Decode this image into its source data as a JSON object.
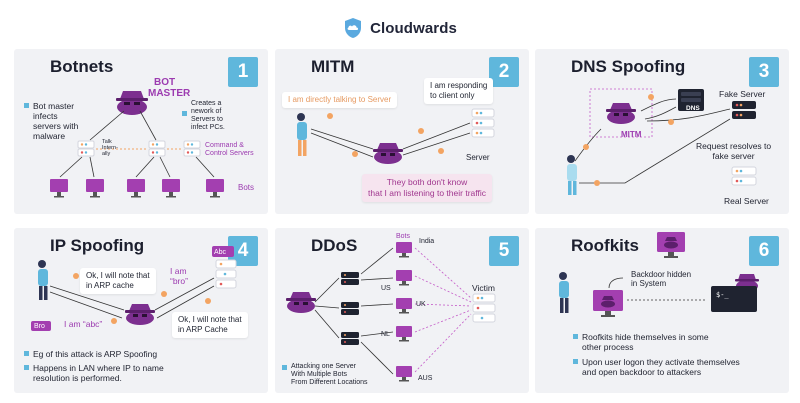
{
  "brand": {
    "name": "Cloudwards",
    "icon": "cloud-shield-icon"
  },
  "colors": {
    "purple": "#7c2f8f",
    "accent_blue": "#5fb7dc",
    "orange": "#f3a462",
    "panel_bg": "#f1f2f5"
  },
  "panels": {
    "botnets": {
      "title": "Botnets",
      "number": "1",
      "label_bot": "BOT",
      "label_master": "MASTER",
      "bullet": [
        "Bot master",
        "infects",
        "servers with",
        "malware"
      ],
      "note": [
        "Creates a",
        "nework of",
        "Servers to",
        "infect PCs."
      ],
      "talk": [
        "Talk",
        "Intern-",
        "ally"
      ],
      "cc": [
        "Command &",
        "Control Servers"
      ],
      "bots": "Bots"
    },
    "mitm": {
      "title": "MITM",
      "number": "2",
      "bubble_left": "I am directly talking to Server",
      "bubble_right": [
        "I am responding",
        "to client only"
      ],
      "server": "Server",
      "bottom": [
        "They both don't know",
        "that I am listening to their traffic"
      ]
    },
    "dns": {
      "title": "DNS Spoofing",
      "number": "3",
      "dns_label": "DNS",
      "mitm_label": "MITM",
      "fake_server": "Fake Server",
      "request": [
        "Request resolves to",
        "fake server"
      ],
      "real_server": "Real Server"
    },
    "ip": {
      "title": "IP Spoofing",
      "number": "4",
      "abc_tag": "Abc",
      "bro_tag": "Bro",
      "bubble_top": [
        "Ok, I will note that",
        "in ARP cache"
      ],
      "i_am_bro": [
        "I am",
        "“bro”"
      ],
      "i_am_abc": "I am “abc”",
      "bubble_bottom": [
        "Ok, I will note that",
        "in ARP Cache"
      ],
      "bullets": [
        "Eg of this attack is ARP Spoofing",
        "Happens in LAN where IP to name",
        "resolution is performed."
      ]
    },
    "ddos": {
      "title": "DDoS",
      "number": "5",
      "bots": "Bots",
      "india": "India",
      "us": "US",
      "uk": "UK",
      "nl": "NL",
      "aus": "AUS",
      "victim": "Victim",
      "note": [
        "Attacking one Server",
        "With Multiple Bots",
        "From Different Locations"
      ]
    },
    "rootkits": {
      "title": "Roofkits",
      "number": "6",
      "backdoor": [
        "Backdoor hidden",
        "in System"
      ],
      "terminal": "$-_",
      "bullets": [
        "Roofkits hide themselves in some",
        "other process",
        "Upon user logon they activate themselves",
        "and open backdoor to attackers"
      ]
    }
  }
}
